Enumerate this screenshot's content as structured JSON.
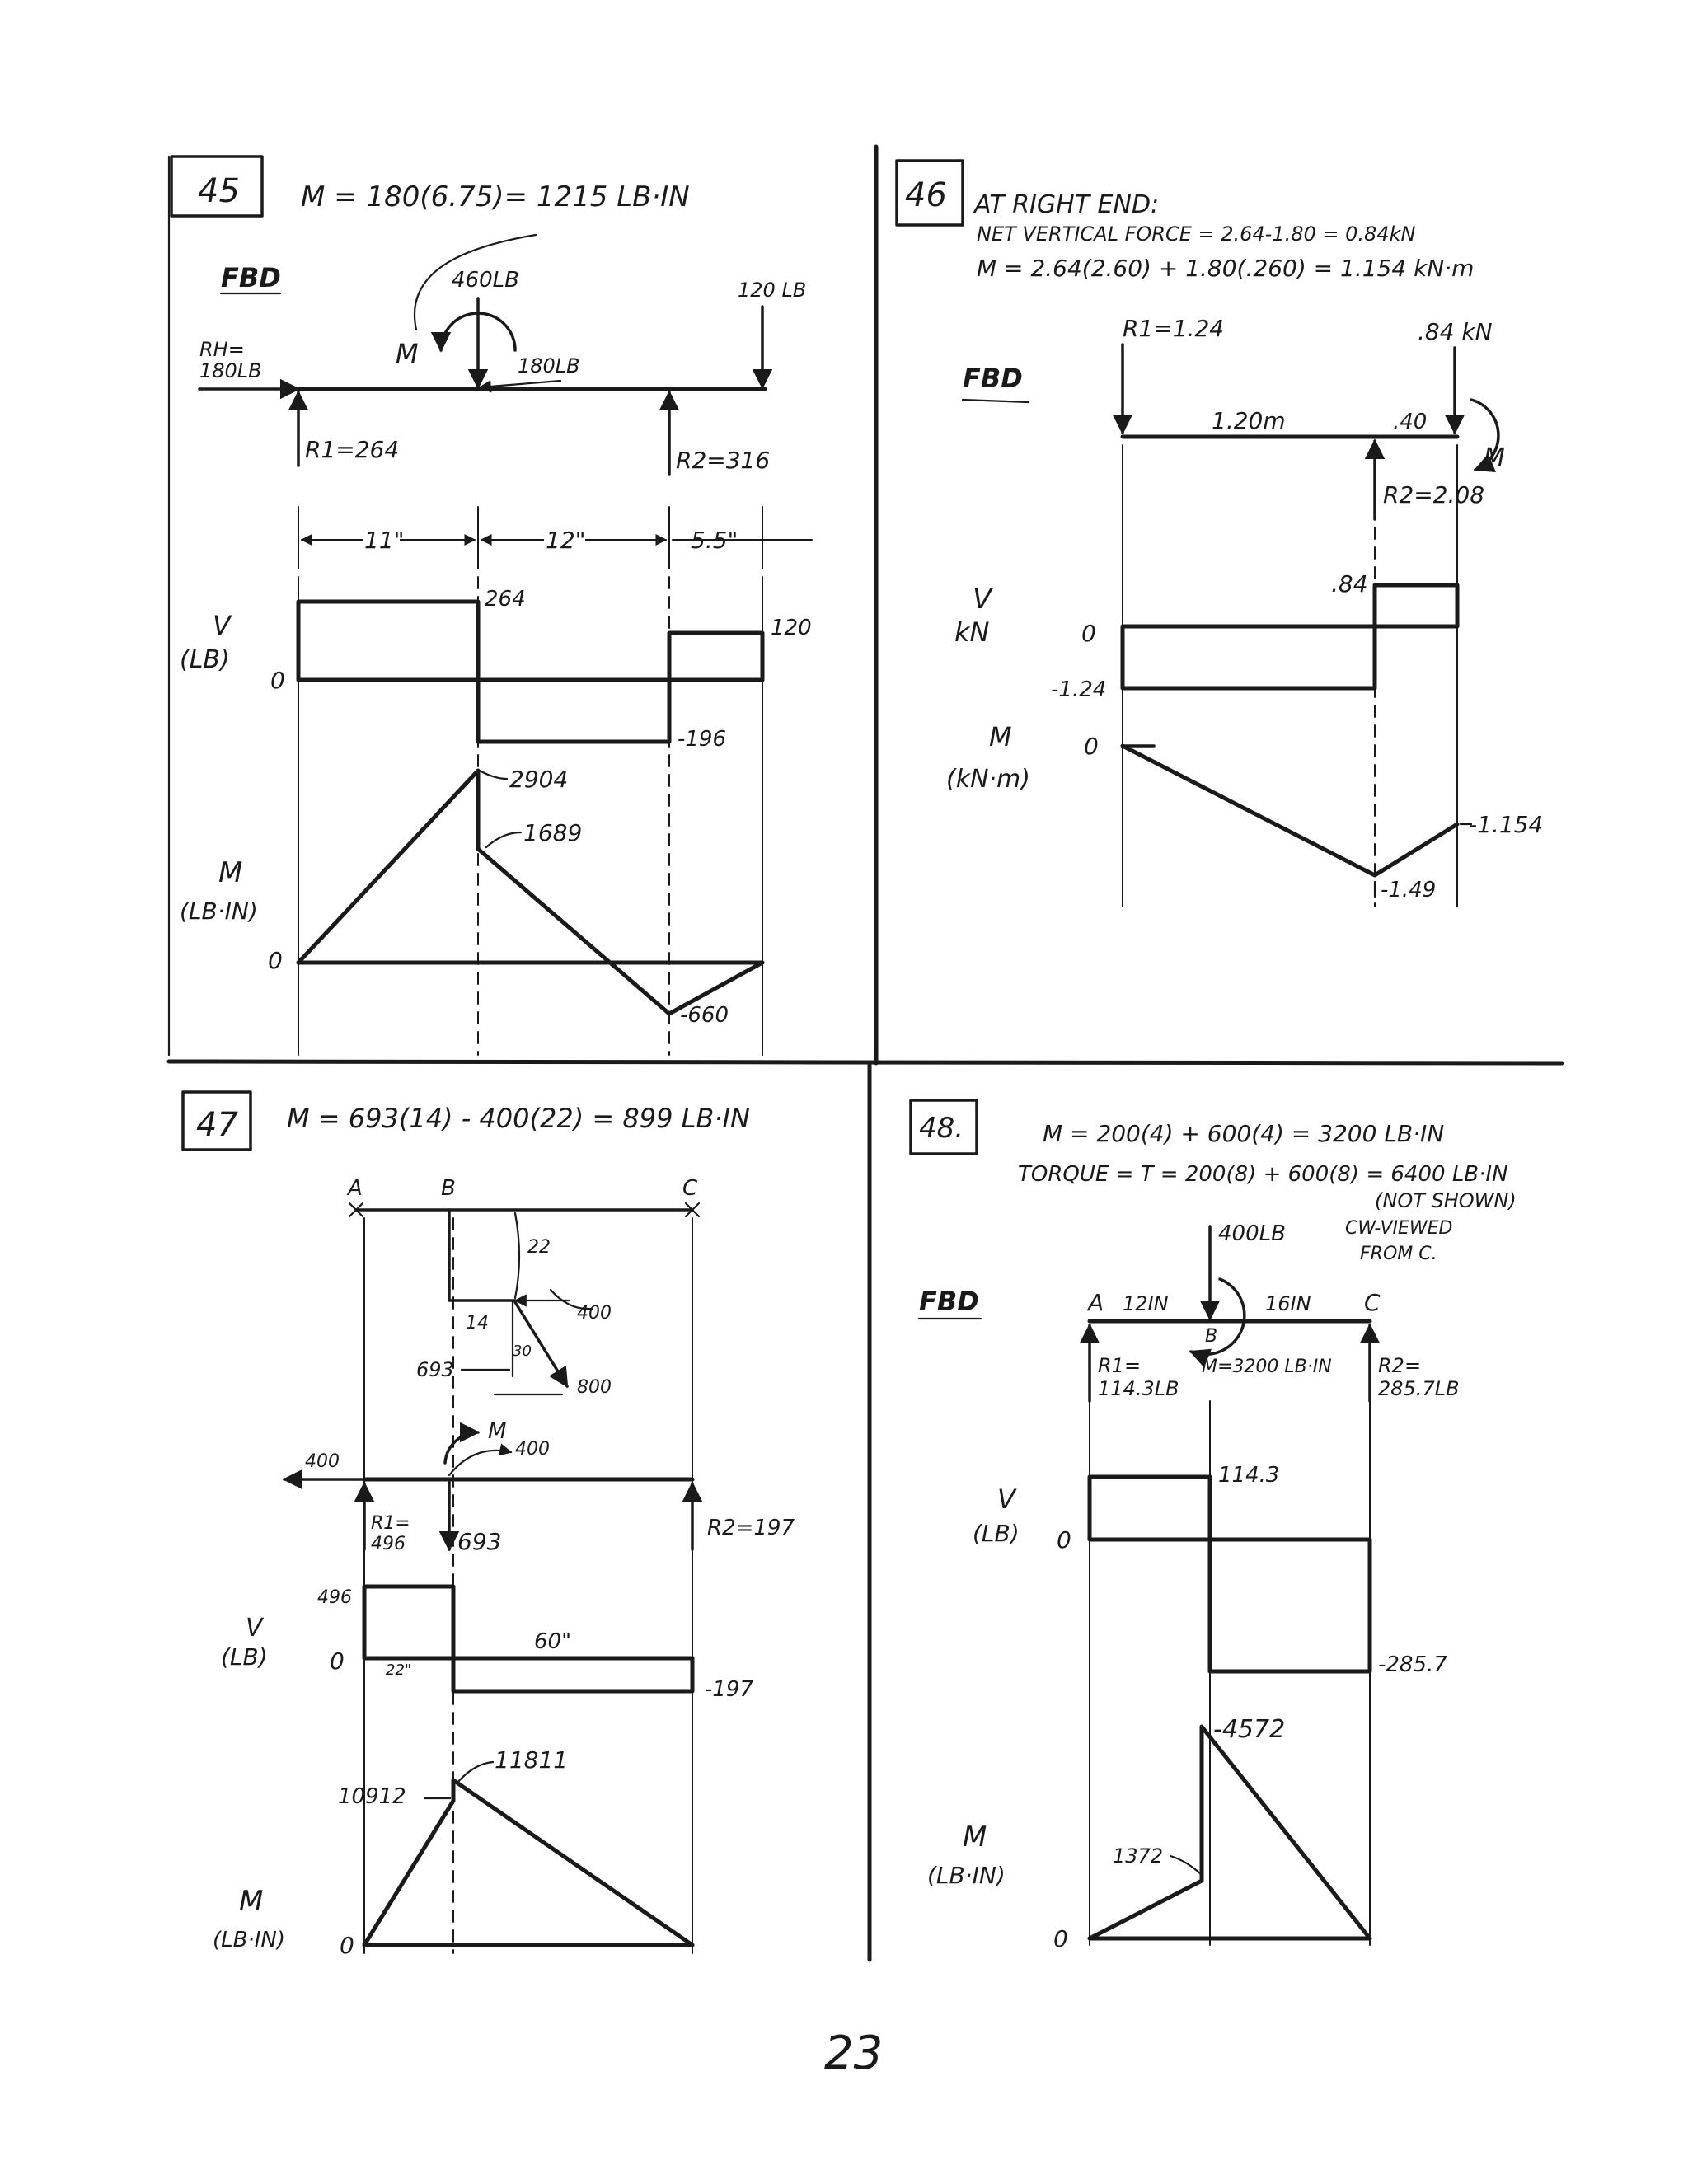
{
  "page_number": "23",
  "p45": {
    "number": "45",
    "equation": "M = 180(6.75)= 1215 LB·IN",
    "fbd_label": "FBD",
    "rh_label": "RH=",
    "rh_value": "180LB",
    "load_center": "460LB",
    "load_right": "120 LB",
    "moment_label": "M",
    "horiz_load": "180LB",
    "r1": "R1=264",
    "r2": "R2=316",
    "dim1": "11\"",
    "dim2": "12\"",
    "dim3": "5.5\"",
    "v_axis": "V",
    "v_unit": "(LB)",
    "zero": "0",
    "v_264": "264",
    "v_120": "120",
    "v_neg": "-196",
    "m_axis": "M",
    "m_unit": "(LB·IN)",
    "m_2904": "2904",
    "m_1689": "1689",
    "m_neg": "-660"
  },
  "p46": {
    "number": "46",
    "line1": "AT RIGHT END:",
    "line2": "NET VERTICAL FORCE = 2.64-1.80 = 0.84kN",
    "line3": "M = 2.64(2.60) + 1.80(.260) = 1.154 kN·m",
    "fbd_label": "FBD",
    "r1": "R1=1.24",
    "load_right": ".84 kN",
    "span1": "1.20m",
    "span2": ".40",
    "moment_label": "M",
    "r2": "R2=2.08",
    "v_axis": "V",
    "v_unit": "kN",
    "zero_v": "0",
    "v_084": ".84",
    "v_neg": "-1.24",
    "m_axis": "M",
    "m_unit": "(kN·m)",
    "zero_m": "0",
    "m_neg1": "-1.154",
    "m_neg2": "-1.49"
  },
  "p47": {
    "number": "47",
    "equation": "M = 693(14) - 400(22) = 899 LB·IN",
    "pt_a": "A",
    "pt_b": "B",
    "pt_c": "C",
    "dim22": "22",
    "dim14": "14",
    "f400": "400",
    "f693": "693",
    "ang30": "30",
    "f800": "800",
    "fbd_400_left": "400",
    "moment_label": "M",
    "fbd_400_top": "400",
    "r1_line1": "R1=",
    "r1_line2": "496",
    "load_693": "693",
    "r2": "R2=197",
    "v_axis": "V",
    "v_unit": "(LB)",
    "zero": "0",
    "v_496": "496",
    "len22": "22\"",
    "len60": "60\"",
    "v_neg": "-197",
    "m_11811": "11811",
    "m_10912": "10912",
    "m_axis": "M",
    "m_unit": "(LB·IN)",
    "zero_m": "0"
  },
  "p48": {
    "number": "48.",
    "line1": "M = 200(4) + 600(4) = 3200 LB·IN",
    "line2": "TORQUE = T = 200(8) + 600(8) = 6400 LB·IN",
    "line3": "(NOT SHOWN)",
    "line4": "CW-VIEWED",
    "line5": "FROM C.",
    "load": "400LB",
    "fbd_label": "FBD",
    "pt_a": "A",
    "span1": "12IN",
    "span2": "16IN",
    "pt_c": "C",
    "pt_b": "B",
    "r1_line1": "R1=",
    "r1_line2": "114.3LB",
    "m_note": "M=3200 LB·IN",
    "r2_line1": "R2=",
    "r2_line2": "285.7LB",
    "v_axis": "V",
    "v_unit": "(LB)",
    "zero": "0",
    "v_114": "114.3",
    "v_neg": "-285.7",
    "m_4572": "-4572",
    "m_1372": "1372",
    "m_axis": "M",
    "m_unit": "(LB·IN)",
    "zero_m": "0"
  }
}
